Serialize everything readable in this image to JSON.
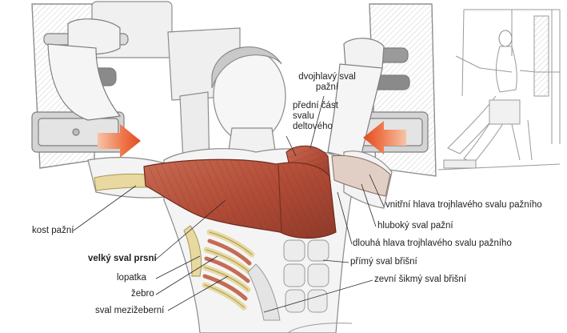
{
  "labels": {
    "biceps": [
      "dvojhlavý sval",
      "pažní"
    ],
    "front_deltoid": [
      "přední část",
      "svalu",
      "deltového"
    ],
    "humerus": "kost pažní",
    "pectoralis_major": "velký sval prsní",
    "scapula": "lopatka",
    "rib": "žebro",
    "intercostal": "sval mezižeberní",
    "triceps_medial": "vnitřní hlava trojhlavého svalu pažního",
    "brachialis": "hluboký sval pažní",
    "triceps_long": "dlouhá hlava trojhlavého svalu pažního",
    "rectus_abdominis": "přímý sval břišní",
    "external_oblique": "zevní šikmý sval břišní"
  },
  "colors": {
    "muscle": "#b5533e",
    "muscle_light": "#d98b73",
    "bone": "#e7d9a0",
    "arrow": "#e8542e",
    "sketch": "#9a9a9a",
    "paper": "#ffffff"
  }
}
